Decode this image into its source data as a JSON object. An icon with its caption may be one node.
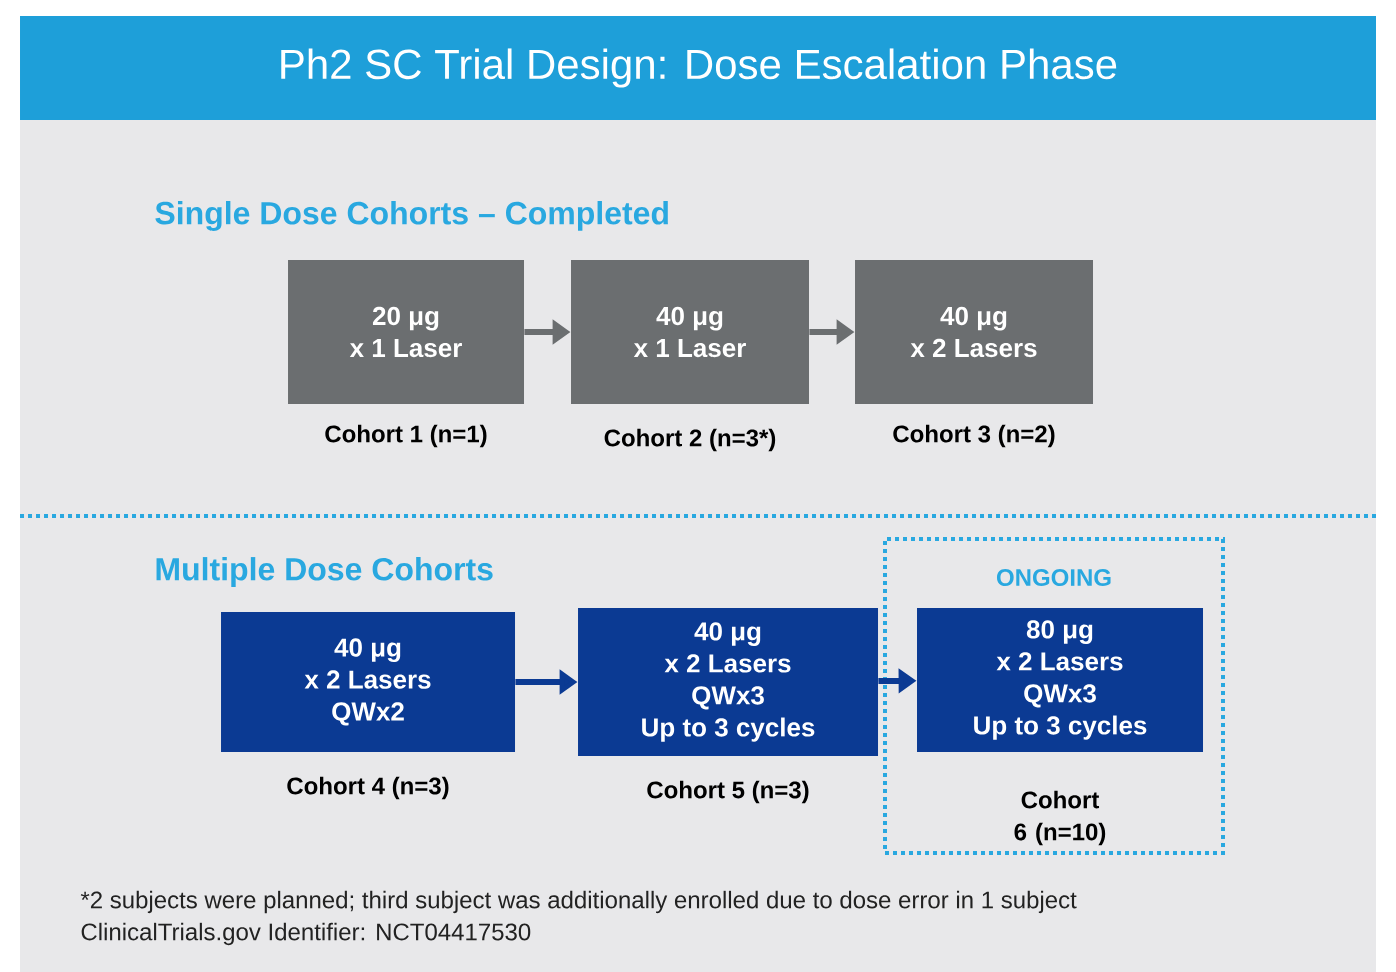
{
  "diagram": {
    "title": "Ph2 SC Trial Design: Dose Escalation Phase",
    "nodes": [
      {
        "text": [
          "20 μg",
          "x 1 Laser"
        ],
        "beside": [
          "Cohort 1 (n=1)"
        ]
      },
      {
        "text": [
          "40 μg",
          "x 1 Laser"
        ],
        "beside": [
          "Cohort 2 (n=3*)"
        ]
      },
      {
        "text": [
          "40 μg",
          "x 2 Lasers"
        ],
        "beside": [
          "Cohort 3 (n=2)"
        ]
      },
      {
        "text": [
          "40 μg",
          "x 2 Lasers",
          "QWx2"
        ],
        "beside": [
          "Cohort 4 (n=3)"
        ]
      },
      {
        "text": [
          "40 μg",
          "x 2 Lasers",
          "QWx3",
          "Up to 3 cycles"
        ],
        "beside": [
          "Cohort 5 (n=3)"
        ]
      },
      {
        "text": [
          "ONGOING"
        ]
      },
      {
        "text": [
          "80 μg",
          "x 2 Lasers",
          "QWx3",
          "Up to 3 cycles"
        ],
        "beside": [
          "Cohort 6 (n=10)"
        ],
        "in": 5
      }
    ],
    "edges": [
      {
        "from": 0,
        "to": 1,
        "arrow": "to",
        "color": "#6b6e70"
      },
      {
        "from": 1,
        "to": 2,
        "arrow": "to",
        "color": "#6b6e70"
      },
      {
        "from": 3,
        "to": 4,
        "arrow": "to",
        "color": "#0b3a93"
      },
      {
        "from": 4,
        "to": 6,
        "arrow": "to",
        "color": "#0b3a93"
      }
    ],
    "labels": [
      "Single Dose Cohorts – Completed",
      "Multiple Dose Cohorts",
      "*2 subjects were planned; third subject was additionally enrolled due to dose error in 1 subject",
      "ClinicalTrials.gov Identifier: NCT04417530"
    ]
  }
}
